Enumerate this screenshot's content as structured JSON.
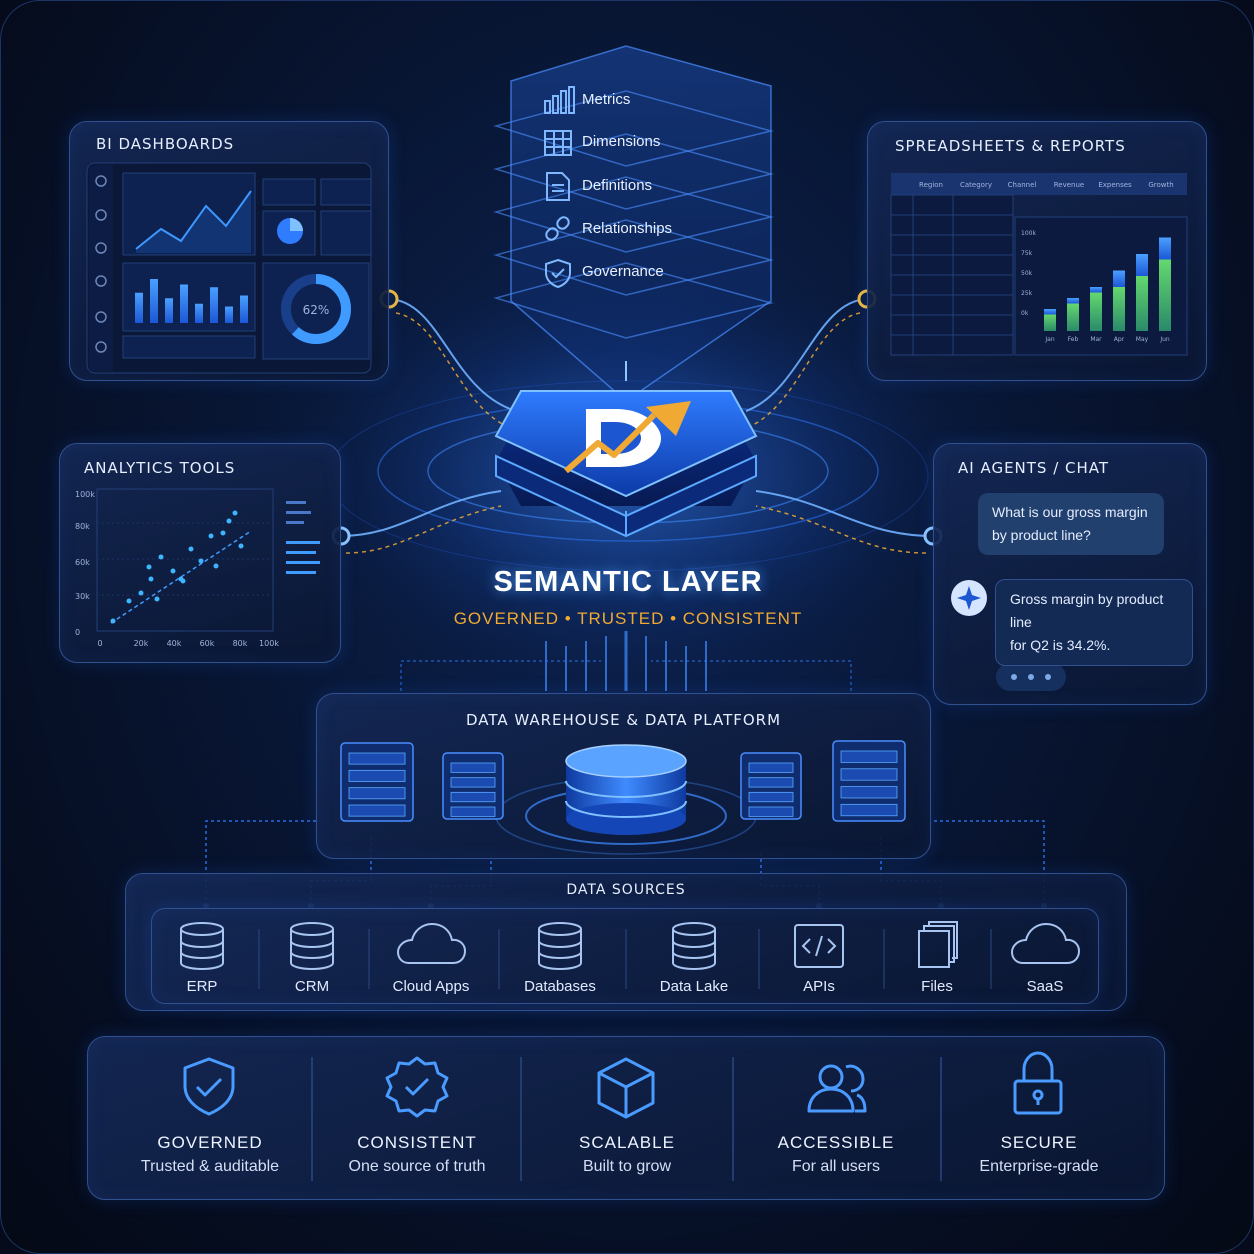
{
  "semantic_layer": {
    "title": "SEMANTIC LAYER",
    "subtitle": "GOVERNED • TRUSTED • CONSISTENT",
    "layers": [
      "Metrics",
      "Dimensions",
      "Definitions",
      "Relationships",
      "Governance"
    ]
  },
  "bi_dashboards": {
    "title": "BI DASHBOARDS",
    "gauge_label": "62%",
    "gauge_value": 0.62
  },
  "spreadsheets": {
    "title": "SPREADSHEETS & REPORTS",
    "columns": [
      "Region",
      "Category",
      "Channel",
      "Revenue",
      "Expenses",
      "Growth"
    ],
    "chart_months": [
      "Jan",
      "Feb",
      "Mar",
      "Apr",
      "May",
      "Jun"
    ],
    "chart_y_ticks": [
      "100k",
      "75k",
      "50k",
      "25k",
      "0k"
    ]
  },
  "analytics_tools": {
    "title": "ANALYTICS TOOLS",
    "y_ticks": [
      "100k",
      "80k",
      "60k",
      "30k",
      "0"
    ],
    "x_ticks": [
      "0",
      "20k",
      "40k",
      "60k",
      "80k",
      "100k"
    ]
  },
  "ai_agents": {
    "title": "AI AGENTS / CHAT",
    "question_line1": "What is our gross margin",
    "question_line2": "by product line?",
    "answer_line1": "Gross margin by product line",
    "answer_line2": "for Q2 is 34.2%."
  },
  "warehouse": {
    "title": "DATA WAREHOUSE & DATA PLATFORM"
  },
  "data_sources": {
    "title": "DATA SOURCES",
    "items": [
      {
        "label": "ERP",
        "icon": "database-icon"
      },
      {
        "label": "CRM",
        "icon": "database-icon"
      },
      {
        "label": "Cloud Apps",
        "icon": "cloud-icon"
      },
      {
        "label": "Databases",
        "icon": "database-icon"
      },
      {
        "label": "Data Lake",
        "icon": "database-icon"
      },
      {
        "label": "APIs",
        "icon": "code-icon"
      },
      {
        "label": "Files",
        "icon": "files-icon"
      },
      {
        "label": "SaaS",
        "icon": "cloud-icon"
      }
    ]
  },
  "features": [
    {
      "name": "GOVERNED",
      "desc": "Trusted & auditable",
      "icon": "shield-check-icon"
    },
    {
      "name": "CONSISTENT",
      "desc": "One source of truth",
      "icon": "badge-check-icon"
    },
    {
      "name": "SCALABLE",
      "desc": "Built to grow",
      "icon": "cube-icon"
    },
    {
      "name": "ACCESSIBLE",
      "desc": "For all users",
      "icon": "users-icon"
    },
    {
      "name": "SECURE",
      "desc": "Enterprise-grade",
      "icon": "lock-icon"
    }
  ],
  "colors": {
    "accent_blue": "#2f8bff",
    "accent_gold": "#f0a933",
    "panel_border": "#2f5190",
    "bar_green": "#4cc56b"
  }
}
